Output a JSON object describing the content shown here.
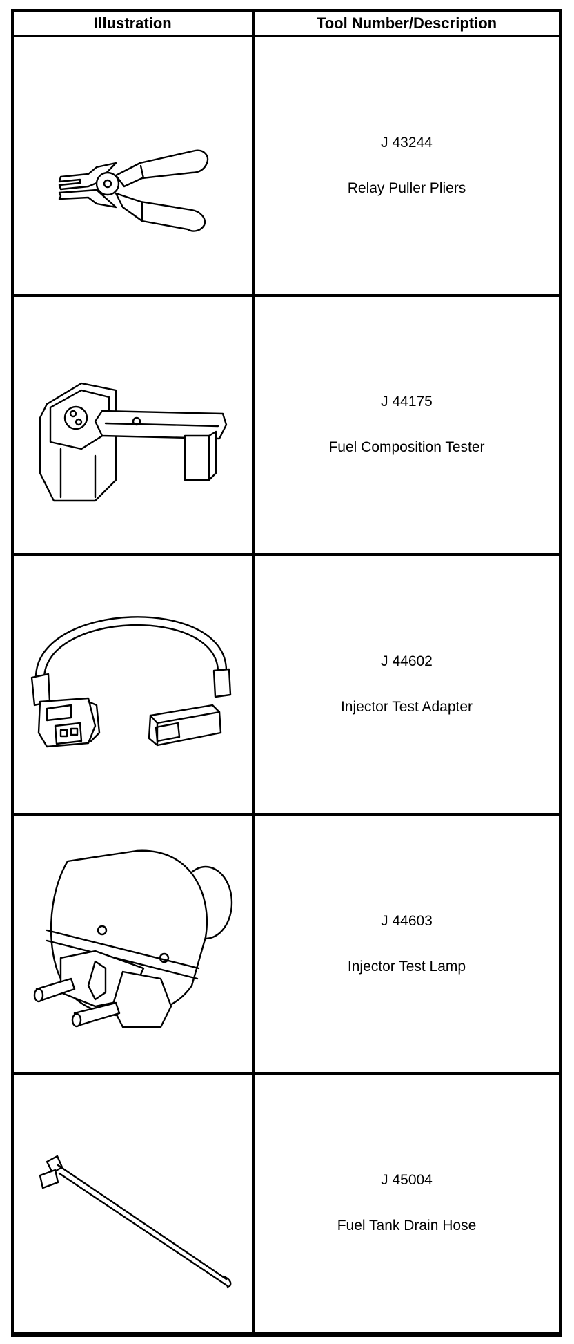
{
  "headers": {
    "illustration": "Illustration",
    "description": "Tool Number/Description"
  },
  "tools": [
    {
      "number": "J 43244",
      "name": "Relay Puller Pliers",
      "icon": "relay-puller-pliers-illustration"
    },
    {
      "number": "J 44175",
      "name": "Fuel Composition Tester",
      "icon": "fuel-composition-tester-illustration"
    },
    {
      "number": "J 44602",
      "name": "Injector Test Adapter",
      "icon": "injector-test-adapter-illustration"
    },
    {
      "number": "J 44603",
      "name": "Injector Test Lamp",
      "icon": "injector-test-lamp-illustration"
    },
    {
      "number": "J 45004",
      "name": "Fuel Tank Drain Hose",
      "icon": "fuel-tank-drain-hose-illustration"
    }
  ]
}
